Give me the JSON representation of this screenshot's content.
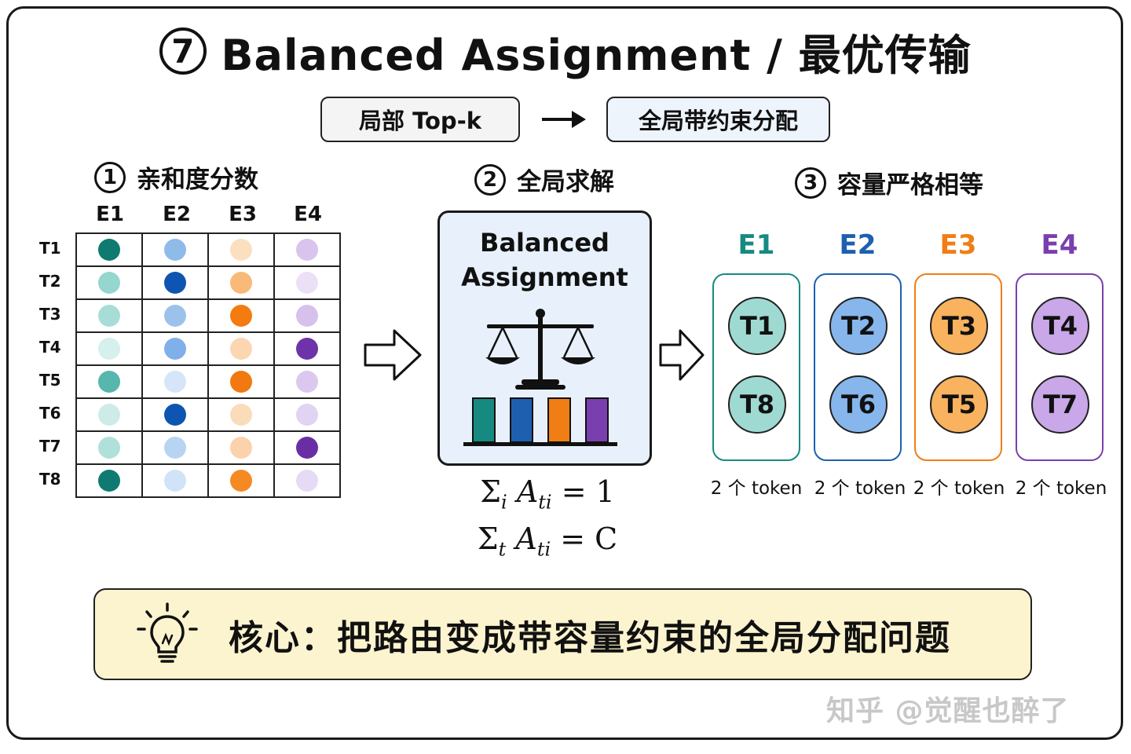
{
  "title": {
    "number": "7",
    "text": "Balanced Assignment / 最优传输"
  },
  "transition": {
    "from": "局部 Top-k",
    "to": "全局带约束分配"
  },
  "steps": [
    {
      "num": "1",
      "label": "亲和度分数"
    },
    {
      "num": "2",
      "label": "全局求解"
    },
    {
      "num": "3",
      "label": "容量严格相等"
    }
  ],
  "experts": [
    {
      "label": "E1",
      "color": "#168a80"
    },
    {
      "label": "E2",
      "color": "#1e5fb0"
    },
    {
      "label": "E3",
      "color": "#f07e15"
    },
    {
      "label": "E4",
      "color": "#7a3fae"
    }
  ],
  "affinity": {
    "rows": [
      "T1",
      "T2",
      "T3",
      "T4",
      "T5",
      "T6",
      "T7",
      "T8"
    ],
    "cells": [
      [
        "#0f7a70",
        "#8fbbe8",
        "#fbe0c0",
        "#d8c4ec"
      ],
      [
        "#95d6cf",
        "#0d55b0",
        "#f9b978",
        "#ece0f6"
      ],
      [
        "#a8ddd7",
        "#9cc2ec",
        "#f47b0f",
        "#d6c1ec"
      ],
      [
        "#d5f0ed",
        "#7fb0ea",
        "#fbd6b1",
        "#6e33a8"
      ],
      [
        "#57b6ad",
        "#d6e6f8",
        "#f27810",
        "#dcc8ef"
      ],
      [
        "#cdece8",
        "#0d55b0",
        "#fbdcba",
        "#e1d3f2"
      ],
      [
        "#b1e0da",
        "#b8d4f3",
        "#fbd2ac",
        "#6a2ea4"
      ],
      [
        "#0f7a70",
        "#d1e3f7",
        "#f58a24",
        "#e6dbf5"
      ]
    ]
  },
  "solver": {
    "title_line1": "Balanced",
    "title_line2": "Assignment",
    "bar_colors": [
      "#168a80",
      "#1e5fb0",
      "#f07e15",
      "#7a3fae"
    ]
  },
  "formulas": {
    "f1": {
      "sum": "Σ",
      "sub": "i",
      "var": "A",
      "var_sub": "ti",
      "rhs": "= 1"
    },
    "f2": {
      "sum": "Σ",
      "sub": "t",
      "var": "A",
      "var_sub": "ti",
      "rhs": "= C"
    }
  },
  "assignment": [
    {
      "tokens": [
        "T1",
        "T8"
      ],
      "fill": "#9fdad2",
      "count": "2 个 token"
    },
    {
      "tokens": [
        "T2",
        "T6"
      ],
      "fill": "#86b6ec",
      "count": "2 个 token"
    },
    {
      "tokens": [
        "T3",
        "T5"
      ],
      "fill": "#f9b25e",
      "count": "2 个 token"
    },
    {
      "tokens": [
        "T4",
        "T7"
      ],
      "fill": "#c9a7e9",
      "count": "2 个 token"
    }
  ],
  "core": {
    "text": "核心：把路由变成带容量约束的全局分配问题"
  },
  "watermark": "知乎 @觉醒也醉了"
}
